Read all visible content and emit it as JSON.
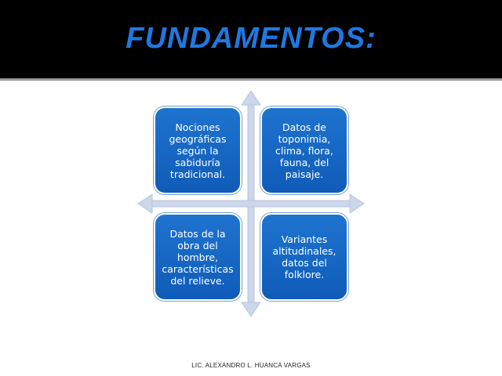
{
  "slide": {
    "title": "FUNDAMENTOS:",
    "footer": "LIC. ALEXANDRO L. HUANCA VARGAS"
  },
  "diagram": {
    "boxes": [
      {
        "label": "Nociones geográficas según la sabiduría tradicional."
      },
      {
        "label": "Datos de toponimia, clima, flora, fauna, del paisaje."
      },
      {
        "label": "Datos de la obra del hombre, características del relieve."
      },
      {
        "label": "Variantes altitudinales, datos del folklore."
      }
    ]
  },
  "colors": {
    "header_bg": "#000000",
    "title": "#1f78e0",
    "box_fill": "#1565c0",
    "arrow": "#cdd6ea"
  }
}
